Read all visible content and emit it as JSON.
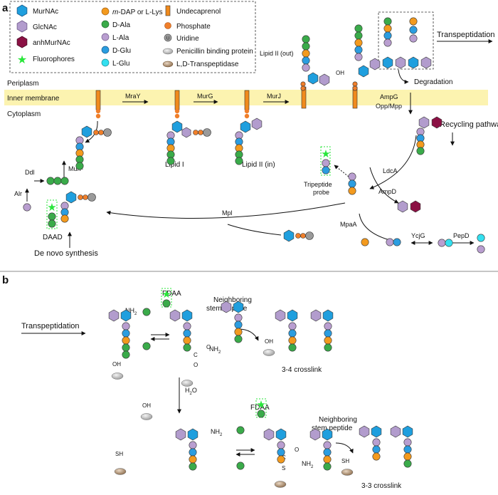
{
  "panel_a": {
    "label": "a",
    "legend": {
      "murnac": "MurNAc",
      "glcnac": "GlcNAc",
      "anhmurnac": "anhMurNAc",
      "fluorophores": "Fluorophores",
      "dap_pre": "m",
      "dap_post": "-DAP or L-Lys",
      "d_ala": "D-Ala",
      "l_ala": "L-Ala",
      "d_glu": "D-Glu",
      "l_glu": "L-Glu",
      "undecaprenol": "Undecaprenol",
      "phosphate": "Phosphate",
      "uridine": "Uridine",
      "pbp": "Penicillin binding protein",
      "ldt": "L,D-Transpeptidase"
    },
    "regions": {
      "periplasm": "Periplasm",
      "inner_membrane": "Inner membrane",
      "cytoplasm": "Cytoplasm"
    },
    "enzymes": {
      "mray": "MraY",
      "murg": "MurG",
      "murj": "MurJ",
      "ampg": "AmpG",
      "opp": "Opp/Mpp",
      "murf": "MurF",
      "ddl": "Ddl",
      "alr": "Alr",
      "mpl": "Mpl",
      "ldca": "LdcA",
      "ampd": "AmpD",
      "mpaa": "MpaA",
      "ycjg": "YcjG",
      "pepd": "PepD"
    },
    "labels": {
      "lipid_i": "Lipid I",
      "lipid_ii_in": "Lipid II (in)",
      "lipid_ii_out": "Lipid II (out)",
      "oh": "OH",
      "transpeptidation": "Transpeptidation",
      "degradation": "Degradation",
      "recycling": "Recycling pathway",
      "tripeptide_1": "Tripeptide",
      "tripeptide_2": "probe",
      "daad": "DAAD",
      "denovo": "De novo synthesis",
      "uridine_glyph": "U"
    }
  },
  "panel_b": {
    "label": "b",
    "transpeptidation": "Transpeptidation",
    "fdaa_1": "FDAA",
    "fdaa_2": "FDAA",
    "neighbor_1_a": "Neighboring",
    "neighbor_1_b": "stem peptide",
    "neighbor_2_a": "Neighboring",
    "neighbor_2_b": "stem peptide",
    "nh2": "NH",
    "sub2": "2",
    "oh": "OH",
    "sh": "SH",
    "h2o_h": "H",
    "h2o_o": "O",
    "c_atom": "C",
    "o_atom": "O",
    "s_atom": "S",
    "crosslink_34": "3-4 crosslink",
    "crosslink_33": "3-3 crosslink"
  },
  "colors": {
    "murnac": "#1f9fde",
    "glcnac": "#b29ccd",
    "anhmurnac": "#8b1144",
    "fluor": "#28e63a",
    "dap": "#f39a1e",
    "d_ala": "#3aab4a",
    "l_ala": "#b99ed0",
    "d_glu": "#2b9de0",
    "l_glu": "#33e0f0",
    "undecaprenol": "#f08a1c",
    "phosphate": "#f07f2a",
    "uridine": "#9a9a9a",
    "membrane": "#fcf3b0"
  }
}
